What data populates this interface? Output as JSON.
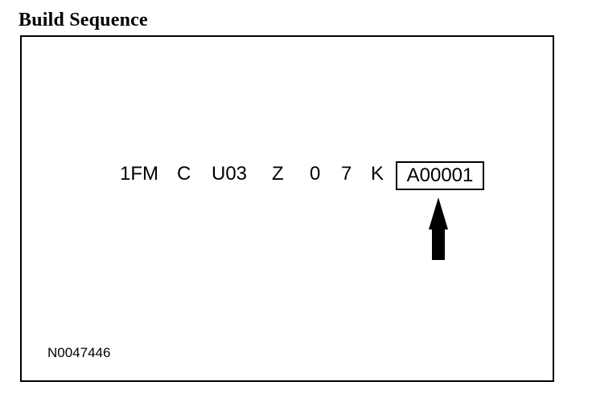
{
  "heading": "Build Sequence",
  "vin": {
    "segments": [
      "1FM",
      "C",
      "U03",
      "Z",
      "0",
      "7",
      "K"
    ],
    "build_sequence": "A00001"
  },
  "reference_id": "N0047446",
  "colors": {
    "ink": "#000000",
    "background": "#ffffff"
  },
  "icons": {
    "pointer": "arrow-up-icon"
  }
}
